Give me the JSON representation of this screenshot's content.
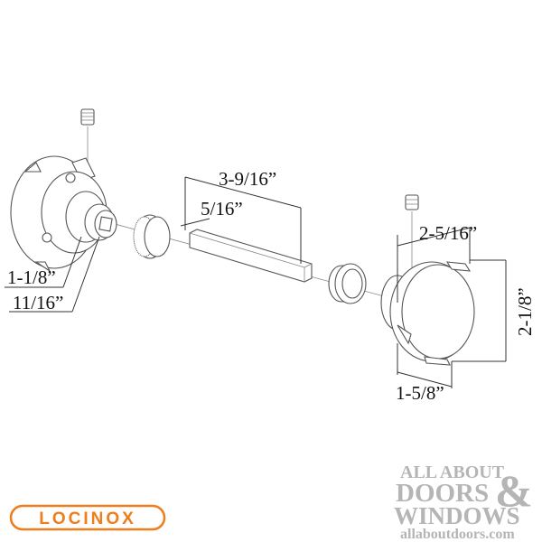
{
  "dimensions": {
    "spindle_length": "3-9/16”",
    "spindle_width": "5/16”",
    "knob_depth": "2-5/16”",
    "knob_diameter": "2-1/8”",
    "knob_base": "1-5/8”",
    "rose_outer": "1-1/8”",
    "rose_inner": "11/16”"
  },
  "logos": {
    "brand": "LOCINOX",
    "brand_color": "#f07c1a",
    "watermark_line1": "ALL ABOUT",
    "watermark_line2": "DOORS",
    "watermark_amp": "&",
    "watermark_line3": "WINDOWS",
    "watermark_url": "allaboutdoors.com",
    "watermark_color": "#b5b5b5"
  }
}
